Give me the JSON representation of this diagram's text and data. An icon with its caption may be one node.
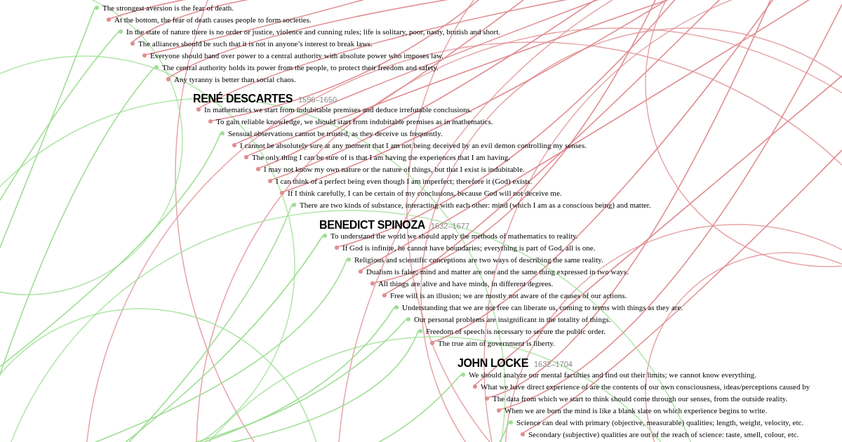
{
  "diagram": {
    "nodes": [
      {
        "text": [
          "The strongest aversion is the fear of death."
        ]
      },
      {
        "text": [
          "At the bottom, the fear of death causes people to form societies."
        ]
      },
      {
        "text": [
          "In the state of nature there is no order or justice, violence and cunning rules; life is solitary, poor, nasty, brutish and short."
        ]
      },
      {
        "text": [
          "The alliances should be such that it is not in anyone’s interest to break laws."
        ]
      },
      {
        "text": [
          "Everyone should hand over power to a central authority with absolute power who imposes law."
        ]
      },
      {
        "text": [
          "The central authority holds its power from the people, to protect their freedom and safety."
        ]
      },
      {
        "text": [
          "Any tyranny is better than social chaos."
        ]
      },
      {
        "text": [
          "In mathematics we start from indubitable premises and deduce irrefutable conclusions."
        ]
      },
      {
        "text": [
          "To gain reliable knowledge, we should start from indubitable premises as in mathematics."
        ]
      },
      {
        "text": [
          "Sensual observations cannot be trusted, as they deceive us frequently."
        ]
      },
      {
        "text": [
          "I cannot be absolutely sure at any moment that I am not being deceived by an evil demon controlling my senses."
        ]
      },
      {
        "text": [
          "The only thing I can be sure of is that I am having the experiences that I am having."
        ]
      },
      {
        "text": [
          "I may not know my own nature or the nature of things, but that I exist is indubitable."
        ]
      },
      {
        "text": [
          "I can think of a perfect being even though I am imperfect; therefore it (God) exists."
        ]
      },
      {
        "text": [
          "If I think carefully, I can be certain of my conclusions, because God will not deceive me."
        ]
      },
      {
        "text": [
          "There are two kinds of substance, interacting with each other: mind (which I am as a conscious being) and matter."
        ]
      },
      {
        "text": [
          "To understand the world we should apply the methods of mathematics to reality."
        ]
      },
      {
        "text": [
          "If God is infinite, he cannot have boundaries; everything is part of God, all is one."
        ]
      },
      {
        "text": [
          "Religious and scientific conceptions are two ways of describing the same reality."
        ]
      },
      {
        "text": [
          "Dualism is false; mind and matter are one and the same thing expressed in two ways."
        ]
      },
      {
        "text": [
          "All things are alive and have minds, in different degrees."
        ]
      },
      {
        "text": [
          "Free will is an illusion; we are mostly not aware of the causes of our actions."
        ]
      },
      {
        "text": [
          "Understanding that we are not free can liberate us, coming to terms with things as they are."
        ]
      },
      {
        "text": [
          "Our personal problems are insignificant in the totality of things."
        ]
      },
      {
        "text": [
          "Freedom of speech is necessary to secure the public order."
        ]
      },
      {
        "text": [
          "The true aim of government is liberty."
        ]
      },
      {
        "text": [
          "We should analyze our mental faculties and find out their limits; we cannot know everything."
        ]
      },
      {
        "text": [
          "What we have direct experience of are the contents of our own consciousness, ideas/perceptions caused by"
        ]
      },
      {
        "text": [
          "The data from which we start to think should come through our senses, from the outside reality."
        ]
      },
      {
        "text": [
          "When we are born the mind is like a blank slate on which experience begins to write."
        ]
      },
      {
        "text": [
          "Science can deal with primary (objective, measurable) qualities; length, weight, velocity, etc."
        ]
      },
      {
        "text": [
          "Secondary (subjective) qualities are out of the reach of science: taste, smell, colour, etc."
        ]
      }
    ],
    "edges": [
      {
        "from": 0,
        "to": null,
        "arrow": "none",
        "color": "#9ede93"
      },
      {
        "from": 1,
        "to": null,
        "arrow": "none",
        "color": "#e08e92"
      },
      {
        "from": 2,
        "to": null,
        "arrow": "none",
        "color": "#9ede93"
      },
      {
        "from": 3,
        "to": null,
        "arrow": "none",
        "color": "#e08e92"
      },
      {
        "from": 4,
        "to": null,
        "arrow": "none",
        "color": "#e08e92"
      },
      {
        "from": 5,
        "to": null,
        "arrow": "none",
        "color": "#9ede93"
      },
      {
        "from": 6,
        "to": null,
        "arrow": "none",
        "color": "#e08e92"
      },
      {
        "from": 7,
        "to": null,
        "arrow": "none",
        "color": "#e08e92"
      },
      {
        "from": 8,
        "to": null,
        "arrow": "none",
        "color": "#e08e92"
      },
      {
        "from": 9,
        "to": null,
        "arrow": "none",
        "color": "#9ede93"
      },
      {
        "from": 10,
        "to": null,
        "arrow": "none",
        "color": "#e08e92"
      },
      {
        "from": 11,
        "to": null,
        "arrow": "none",
        "color": "#e08e92"
      },
      {
        "from": 12,
        "to": null,
        "arrow": "none",
        "color": "#e08e92"
      },
      {
        "from": 13,
        "to": null,
        "arrow": "none",
        "color": "#e08e92"
      },
      {
        "from": 14,
        "to": null,
        "arrow": "none",
        "color": "#e08e92"
      },
      {
        "from": 15,
        "to": null,
        "arrow": "none",
        "color": "#9ede93"
      },
      {
        "from": 16,
        "to": null,
        "arrow": "none",
        "color": "#9ede93"
      },
      {
        "from": 17,
        "to": null,
        "arrow": "none",
        "color": "#e08e92"
      },
      {
        "from": 18,
        "to": null,
        "arrow": "none",
        "color": "#9ede93"
      },
      {
        "from": 19,
        "to": null,
        "arrow": "none",
        "color": "#e08e92"
      },
      {
        "from": 20,
        "to": null,
        "arrow": "none",
        "color": "#e08e92"
      },
      {
        "from": 21,
        "to": null,
        "arrow": "none",
        "color": "#e08e92"
      },
      {
        "from": 22,
        "to": null,
        "arrow": "none",
        "color": "#9ede93"
      },
      {
        "from": 23,
        "to": null,
        "arrow": "none",
        "color": "#9ede93"
      },
      {
        "from": 24,
        "to": null,
        "arrow": "none",
        "color": "#9ede93"
      },
      {
        "from": 25,
        "to": null,
        "arrow": "none",
        "color": "#e08e92"
      },
      {
        "from": 26,
        "to": null,
        "arrow": "none",
        "color": "#9ede93"
      },
      {
        "from": 27,
        "to": null,
        "arrow": "none",
        "color": "#e08e92"
      },
      {
        "from": 28,
        "to": null,
        "arrow": "none",
        "color": "#e08e92"
      },
      {
        "from": 29,
        "to": null,
        "arrow": "none",
        "color": "#e08e92"
      },
      {
        "from": 30,
        "to": null,
        "arrow": "none",
        "color": "#9ede93"
      },
      {
        "from": 31,
        "to": null,
        "arrow": "none",
        "color": "#e08e92"
      }
    ],
    "labels": [
      "RENÉ DESCARTES",
      "1596–1650",
      "BENEDICT SPINOZA",
      "1632–1677",
      "JOHN LOCKE",
      "1632–1704"
    ]
  }
}
